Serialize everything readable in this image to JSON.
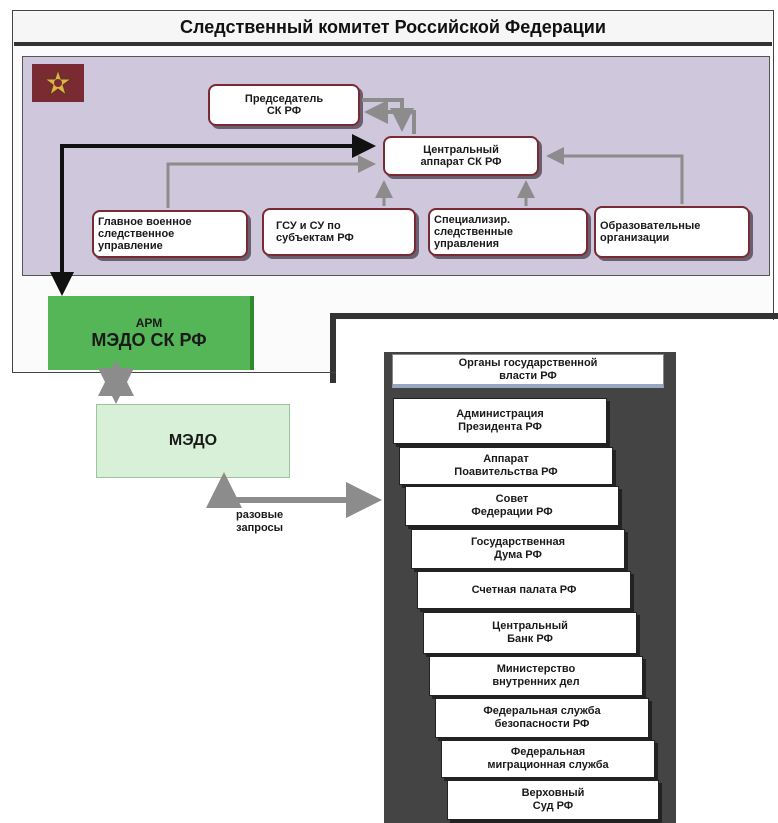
{
  "header": {
    "title": "Следственный комитет Российской Федерации"
  },
  "emblem": {
    "icon": "investigative-committee-emblem-icon",
    "color": "#7a2a33"
  },
  "org": {
    "chairman": "Председатель\nСК РФ",
    "central": "Центральный\nаппарат СК РФ",
    "military": "Главное военное\nследственное\nуправление",
    "regional": "ГСУ и СУ по\nсубъектам РФ",
    "specialized": "Специализир.\nследственные\nуправления",
    "education": "Образовательные\nорганизации"
  },
  "arm": {
    "line1": "АРМ",
    "line2": "МЭДО СК РФ",
    "color": "#55b657"
  },
  "medo": {
    "label": "МЭДО"
  },
  "requests": {
    "label": "разовые\nзапросы"
  },
  "gov": {
    "title": "Органы государственной\nвласти РФ",
    "items": [
      "Администрация\nПрезидента РФ",
      "Аппарат\nПоавительства РФ",
      "Совет\nФедерации РФ",
      "Государственная\nДума РФ",
      "Счетная палата РФ",
      "Центральный\nБанк РФ",
      "Министерство\nвнутренних дел",
      "Федеральная служба\nбезопасности РФ",
      "Федеральная\nмиграционная служба",
      "Верховный\nСуд РФ"
    ]
  },
  "colors": {
    "arrow": "#8c8c8c",
    "box_border": "#7a2a33",
    "panel": "#cfc7dc",
    "gov_panel": "#444444"
  }
}
